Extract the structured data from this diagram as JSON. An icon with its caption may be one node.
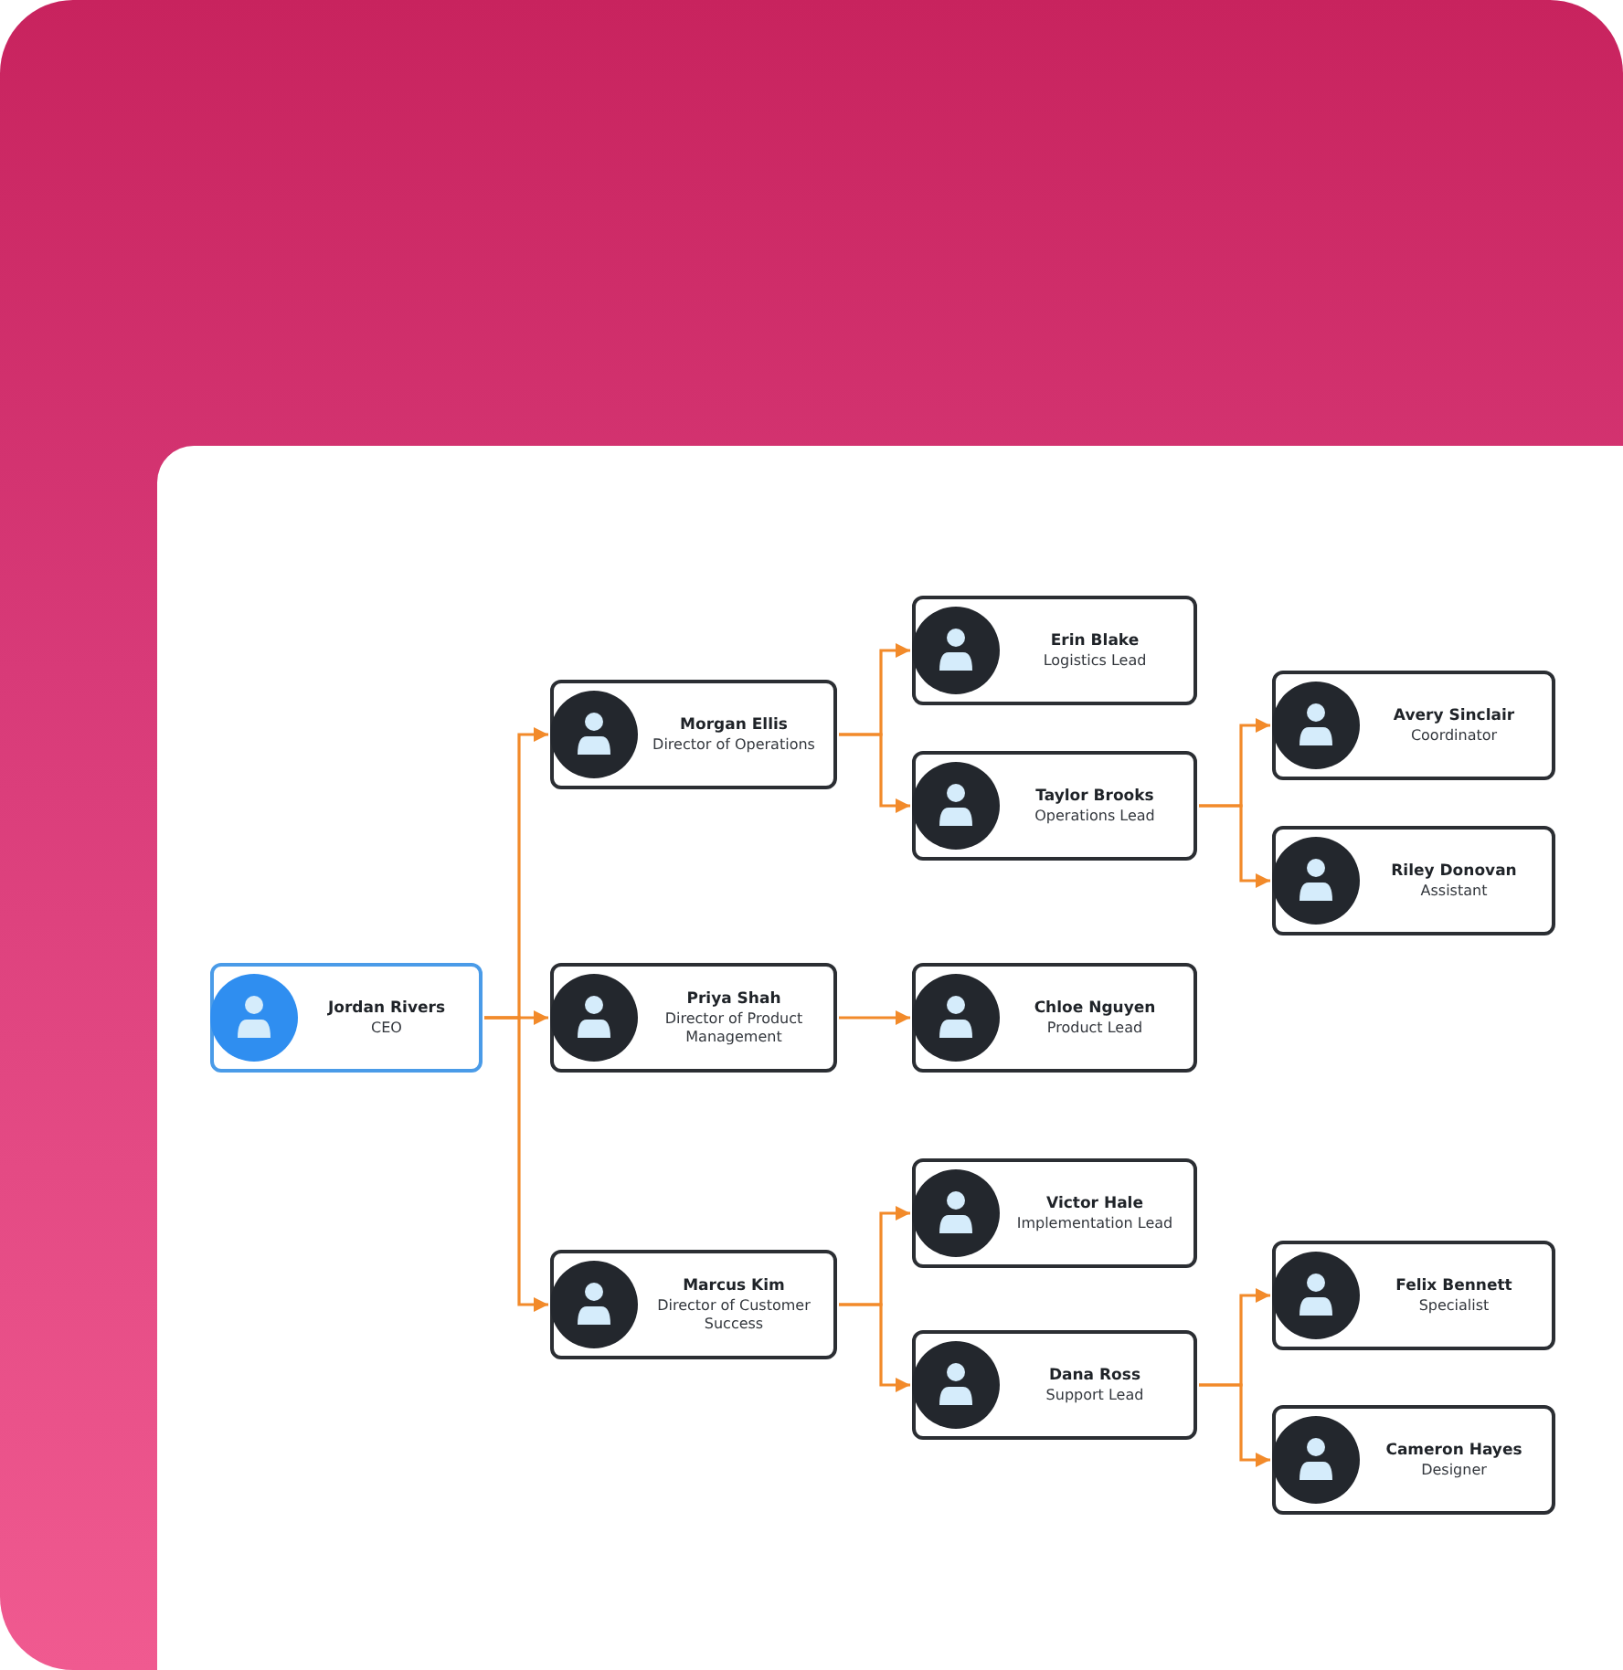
{
  "diagram": {
    "nodes": [
      {
        "text": [
          "Jordan Rivers",
          "CEO"
        ]
      },
      {
        "text": [
          "Morgan Ellis",
          "Director of Operations"
        ]
      },
      {
        "text": [
          "Priya Shah",
          "Director of Product Management"
        ]
      },
      {
        "text": [
          "Marcus Kim",
          "Director of Customer Success"
        ]
      },
      {
        "text": [
          "Erin Blake",
          "Logistics Lead"
        ]
      },
      {
        "text": [
          "Taylor Brooks",
          "Operations Lead"
        ]
      },
      {
        "text": [
          "Chloe Nguyen",
          "Product Lead"
        ]
      },
      {
        "text": [
          "Victor Hale",
          "Implementation Lead"
        ]
      },
      {
        "text": [
          "Dana Ross",
          "Support Lead"
        ]
      },
      {
        "text": [
          "Avery Sinclair",
          "Coordinator"
        ]
      },
      {
        "text": [
          "Riley Donovan",
          "Assistant"
        ]
      },
      {
        "text": [
          "Felix Bennett",
          "Specialist"
        ]
      },
      {
        "text": [
          "Cameron Hayes",
          "Designer"
        ]
      }
    ],
    "edges": [
      {
        "from": 0,
        "to": 1,
        "arrow": "to"
      },
      {
        "from": 0,
        "to": 2,
        "arrow": "to"
      },
      {
        "from": 0,
        "to": 3,
        "arrow": "to"
      },
      {
        "from": 1,
        "to": 4,
        "arrow": "to"
      },
      {
        "from": 1,
        "to": 5,
        "arrow": "to"
      },
      {
        "from": 2,
        "to": 6,
        "arrow": "to"
      },
      {
        "from": 3,
        "to": 7,
        "arrow": "to"
      },
      {
        "from": 3,
        "to": 8,
        "arrow": "to"
      },
      {
        "from": 5,
        "to": 9,
        "arrow": "to"
      },
      {
        "from": 5,
        "to": 10,
        "arrow": "to"
      },
      {
        "from": 8,
        "to": 11,
        "arrow": "to"
      },
      {
        "from": 8,
        "to": 12,
        "arrow": "to"
      }
    ]
  }
}
